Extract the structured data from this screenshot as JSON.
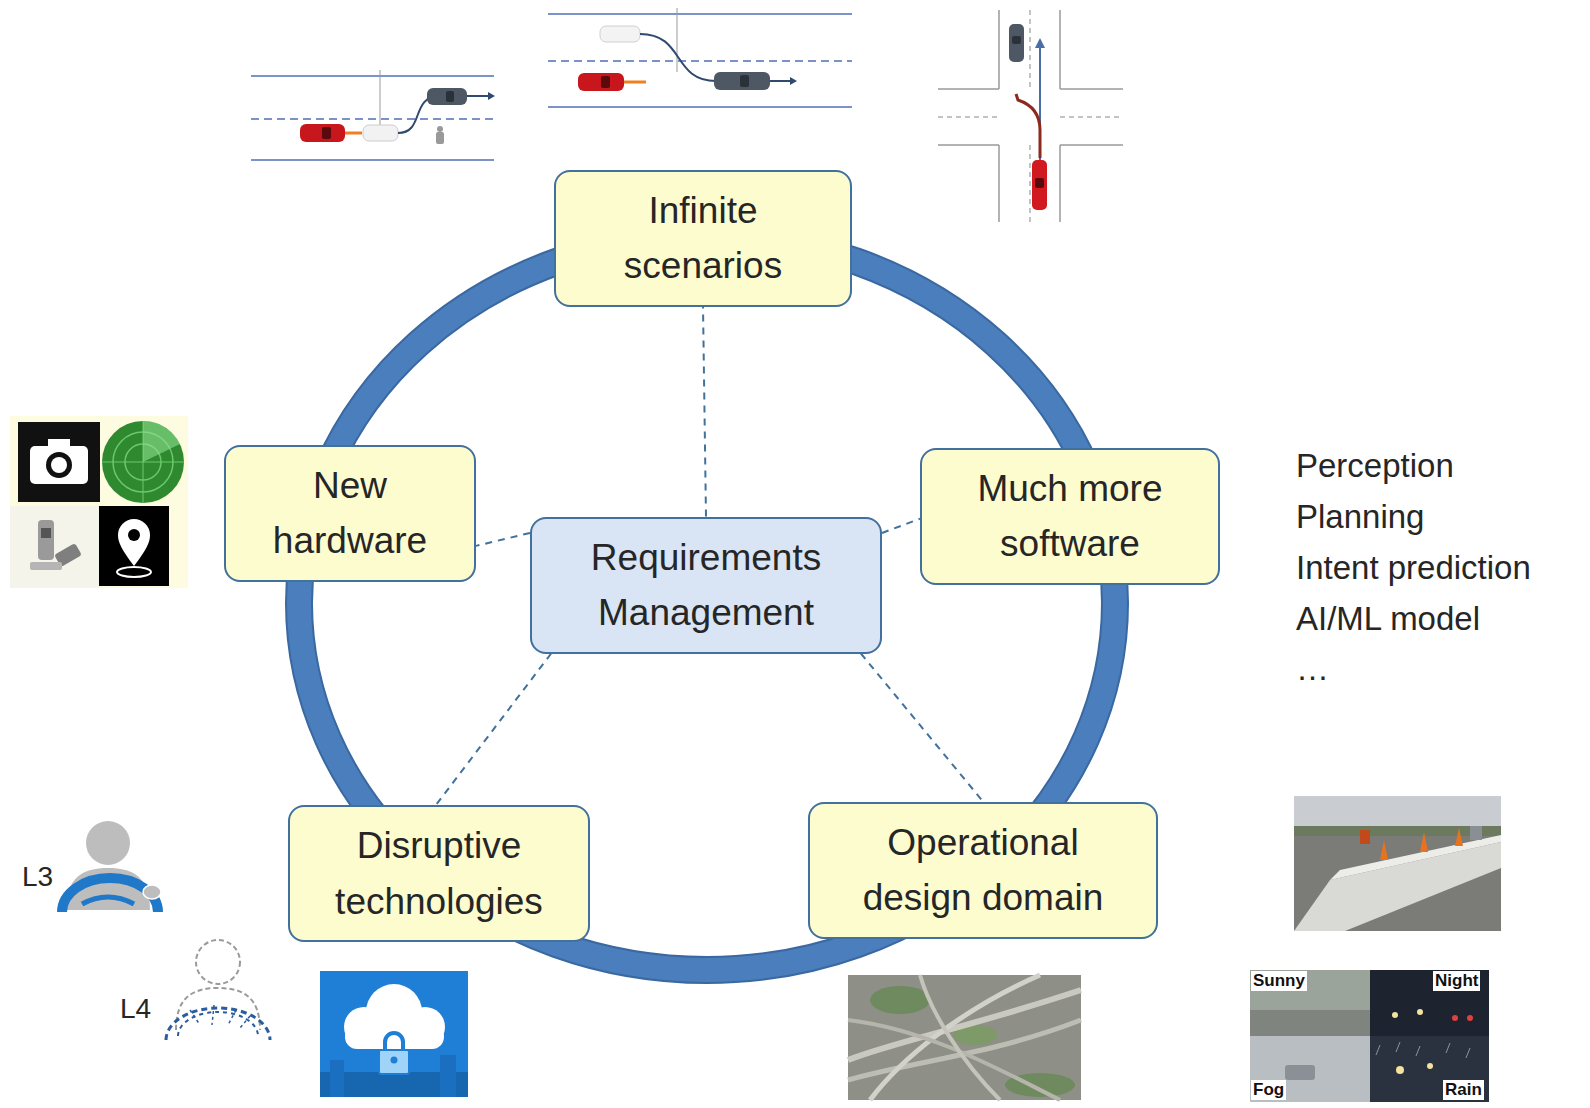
{
  "diagram": {
    "nodes": [
      {
        "text": [
          "Infinite scenarios"
        ]
      },
      {
        "text": [
          "New hardware"
        ]
      },
      {
        "text": [
          "Much more software"
        ]
      },
      {
        "text": [
          "Requirements Management"
        ]
      },
      {
        "text": [
          "Disruptive technologies"
        ]
      },
      {
        "text": [
          "Operational design domain"
        ]
      }
    ],
    "edges": [
      {
        "from": 3,
        "to": 0,
        "arrow": "none"
      },
      {
        "from": 3,
        "to": 1,
        "arrow": "none"
      },
      {
        "from": 3,
        "to": 2,
        "arrow": "none"
      },
      {
        "from": 3,
        "to": 4,
        "arrow": "none"
      },
      {
        "from": 3,
        "to": 5,
        "arrow": "none"
      }
    ],
    "labels": [
      "Perception",
      "Planning",
      "Intent prediction",
      "AI/ML model",
      "…",
      "L3",
      "L4",
      "Sunny",
      "Night",
      "Fog",
      "Rain"
    ]
  }
}
